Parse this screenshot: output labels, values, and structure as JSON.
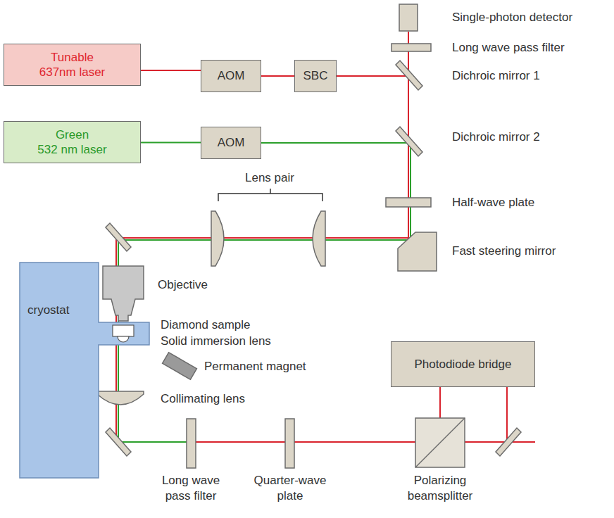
{
  "diagram": {
    "nodes": [
      {
        "text": [
          "Tunable 637nm laser"
        ]
      },
      {
        "text": [
          "AOM"
        ]
      },
      {
        "text": [
          "SBC"
        ]
      },
      {
        "text": [
          "Green 532 nm laser"
        ]
      },
      {
        "text": [
          "AOM"
        ]
      },
      {
        "text": [
          "cryostat"
        ]
      },
      {
        "text": [
          "Photodiode bridge"
        ]
      }
    ],
    "edges": [
      {
        "from": 0,
        "to": 1,
        "arrow": "none"
      },
      {
        "from": 1,
        "to": 2,
        "arrow": "none"
      },
      {
        "from": 3,
        "to": 4,
        "arrow": "none"
      }
    ],
    "labels": [
      "Single-photon detector",
      "Long wave pass filter",
      "Dichroic mirror 1",
      "Dichroic mirror 2",
      "Lens pair",
      "Half-wave plate",
      "Fast steering mirror",
      "Objective",
      "Diamond sample",
      "Solid immersion lens",
      "Permanent magnet",
      "Collimating lens",
      "Long wave pass filter",
      "Quarter-wave plate",
      "Polarizing beamsplitter"
    ]
  }
}
